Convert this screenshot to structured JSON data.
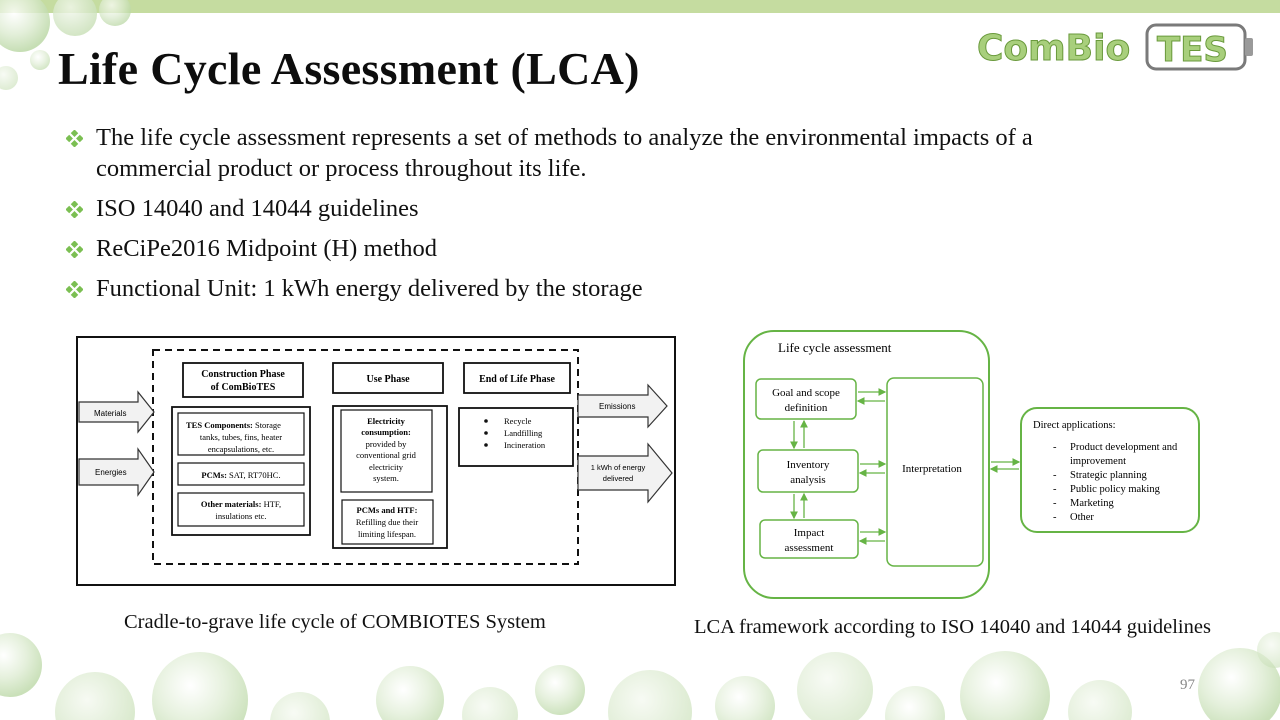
{
  "slide": {
    "title": "Life Cycle Assessment (LCA)",
    "page_number": "97"
  },
  "logo": {
    "part1": "ComBio",
    "part2": "TES"
  },
  "bullets": [
    "The life cycle assessment represents a set of methods to analyze the environmental impacts of a",
    "commercial product or process throughout its life.",
    "ISO 14040 and 14044 guidelines",
    "ReCiPe2016 Midpoint (H) method",
    "Functional Unit: 1 kWh energy delivered by the storage"
  ],
  "left_diagram": {
    "inputs": [
      "Materials",
      "Energies"
    ],
    "outputs": [
      "Emissions",
      "1 kWh of energy",
      "delivered"
    ],
    "construction": {
      "header_line1": "Construction Phase",
      "header_line2": "of ComBioTES",
      "tes_bold": "TES Components:",
      "tes_rest": " Storage",
      "tes_line2": "tanks, tubes, fins, heater",
      "tes_line3": "encapsulations, etc.",
      "pcm_bold": "PCMs:",
      "pcm_rest": " SAT, RT70HC.",
      "other_bold": "Other materials:",
      "other_rest": " HTF,",
      "other_line2": "insulations etc."
    },
    "use": {
      "header": "Use Phase",
      "elec_line1": "Electricity",
      "elec_line2": "consumption:",
      "elec_line3": "provided by",
      "elec_line4": "conventional grid",
      "elec_line5": "electricity",
      "elec_line6": "system.",
      "pcm_htf_bold": "PCMs and HTF:",
      "pcm_htf_line2": "Refilling due their",
      "pcm_htf_line3": "limiting lifespan."
    },
    "end": {
      "header": "End of Life Phase",
      "items": [
        "Recycle",
        "Landfilling",
        "Incineration"
      ]
    }
  },
  "right_diagram": {
    "frame_title": "Life cycle assessment",
    "goal_line1": "Goal and scope",
    "goal_line2": "definition",
    "inventory_line1": "Inventory",
    "inventory_line2": "analysis",
    "impact_line1": "Impact",
    "impact_line2": "assessment",
    "interpretation": "Interpretation",
    "applications_title": "Direct applications:",
    "applications": [
      "Product development and",
      "improvement",
      "Strategic planning",
      "Public policy making",
      "Marketing",
      "Other"
    ],
    "line_color": "#66b445"
  },
  "captions": {
    "left": "Cradle-to-grave life cycle of COMBIOTES System",
    "right": "LCA framework according to ISO 14040 and 14044 guidelines"
  },
  "colors": {
    "accent_green": "#66b445",
    "bullet_green": "#7bbf52",
    "top_bar": "#c5dca0"
  }
}
